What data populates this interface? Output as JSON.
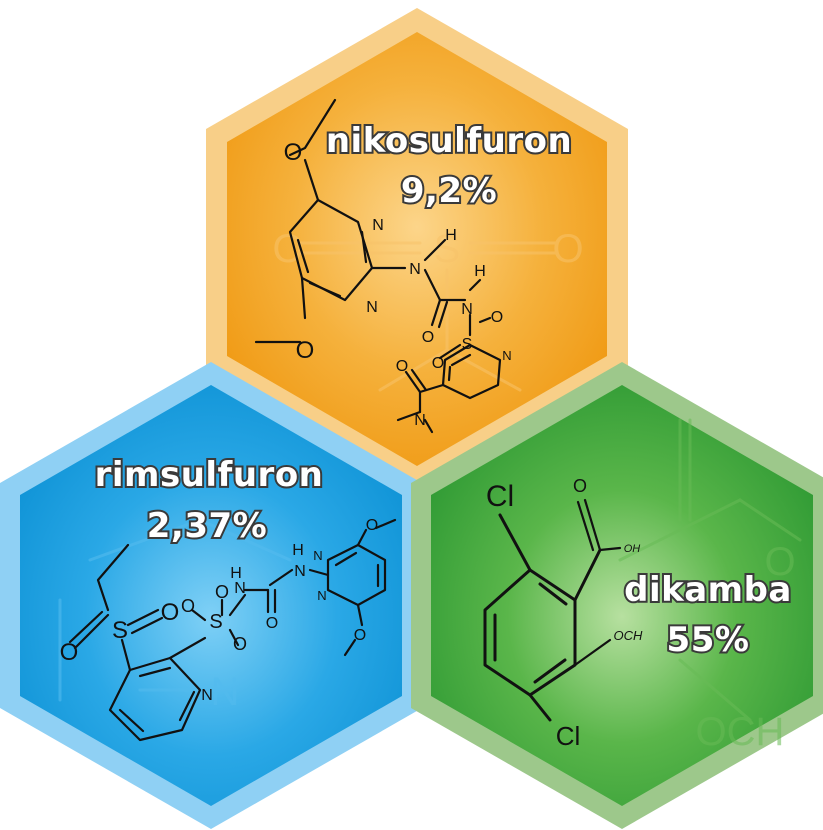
{
  "colors": {
    "orange_outer": "#f8cf88",
    "orange_inner": "#f3a120",
    "blue_outer": "#8fd0f4",
    "blue_inner": "#1ea3e2",
    "green_outer": "#9dc88b",
    "green_inner": "#3aa23a",
    "label_stroke": "#3a3a3a"
  },
  "hexagons": {
    "nikosulfuron": {
      "name": "nikosulfuron",
      "value": "9,2%"
    },
    "rimsulfuron": {
      "name": "rimsulfuron",
      "value": "2,37%"
    },
    "dikamba": {
      "name": "dikamba",
      "value": "55%"
    }
  },
  "atoms": {
    "O": "O",
    "N": "N",
    "H": "H",
    "S": "S",
    "Cl": "Cl",
    "OH": "OH",
    "OCH3": "OCH",
    "ghost_O": "O",
    "ghost_S": "S",
    "ghost_N": "N",
    "ghost_OCH": "OCH"
  }
}
